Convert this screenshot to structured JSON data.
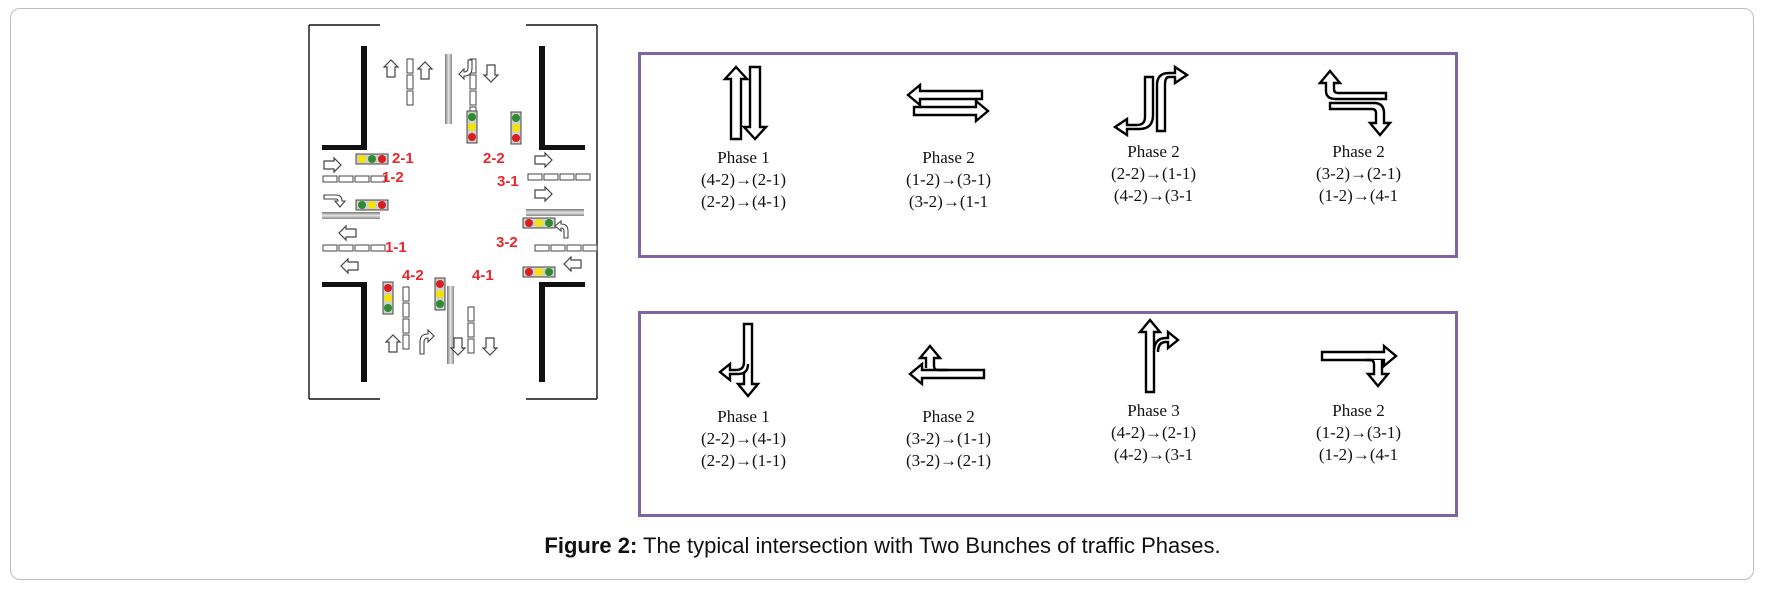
{
  "intersection": {
    "labels": {
      "l21": "2-1",
      "l22": "2-2",
      "l12": "1-2",
      "l31": "3-1",
      "l11": "1-1",
      "l32": "3-2",
      "l42": "4-2",
      "l41": "4-1"
    },
    "colors": {
      "label": "#e8262b",
      "green": "#2e8b2e",
      "yellow": "#f2e300",
      "red": "#d81e1e"
    }
  },
  "box_border_color": "#8064a2",
  "bunch1": [
    {
      "icon": "straight-opposing-arrows-icon",
      "phase": "Phase 1",
      "line1": "(4-2)→(2-1)",
      "line2": "(2-2)→(4-1)"
    },
    {
      "icon": "horizontal-opposing-arrows-icon",
      "phase": "Phase 2",
      "line1": "(1-2)→(3-1)",
      "line2": "(3-2)→(1-1"
    },
    {
      "icon": "u-turn-left-right-arrows-icon",
      "phase": "Phase 2",
      "line1": "(2-2)→(1-1)",
      "line2": "(4-2)→(3-1"
    },
    {
      "icon": "z-turn-arrows-icon",
      "phase": "Phase 2",
      "line1": "(3-2)→(2-1)",
      "line2": "(1-2)→(4-1"
    }
  ],
  "bunch2": [
    {
      "icon": "down-left-fork-arrow-icon",
      "phase": "Phase 1",
      "line1": "(2-2)→(4-1)",
      "line2": "(2-2)→(1-1)"
    },
    {
      "icon": "left-up-fork-arrow-icon",
      "phase": "Phase 2",
      "line1": "(3-2)→(1-1)",
      "line2": "(3-2)→(2-1)"
    },
    {
      "icon": "up-right-fork-arrow-icon",
      "phase": "Phase 3",
      "line1": "(4-2)→(2-1)",
      "line2": "(4-2)→(3-1"
    },
    {
      "icon": "right-down-fork-arrow-icon",
      "phase": "Phase 2",
      "line1": "(1-2)→(3-1)",
      "line2": "(1-2)→(4-1"
    }
  ],
  "caption": {
    "bold": "Figure 2:",
    "text": " The typical intersection with Two Bunches of traffic Phases."
  }
}
